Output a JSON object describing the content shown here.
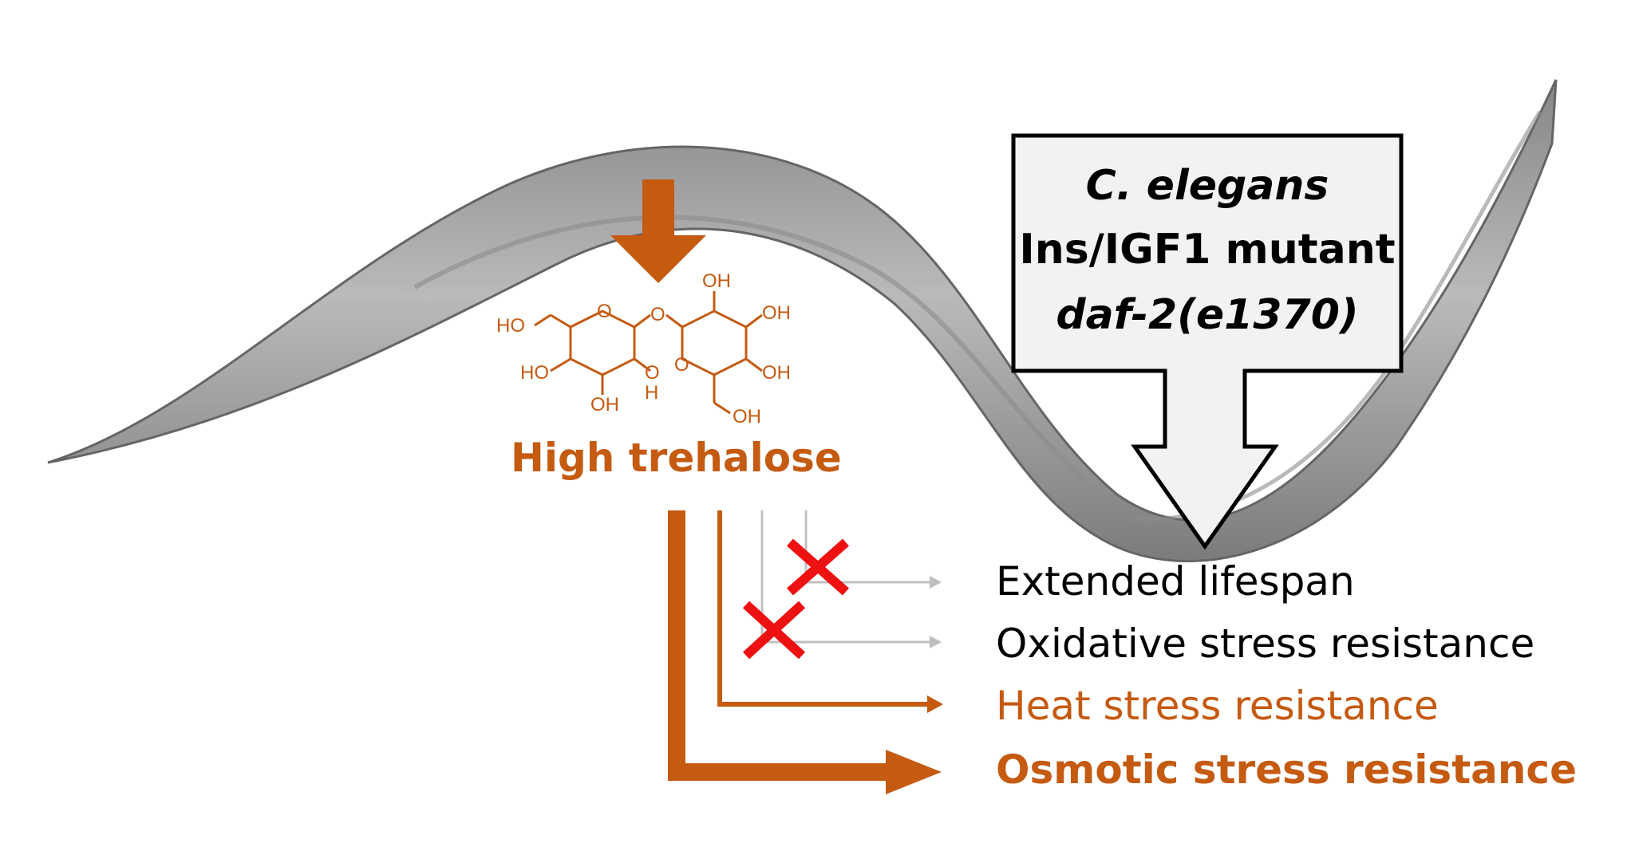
{
  "colors": {
    "accent": "#c55a11",
    "muted_arrow": "#bfbfbf",
    "cross": "#ee1111",
    "text": "#000000",
    "box_fill": "#f2f2f2"
  },
  "organism_box": {
    "species": "C. elegans",
    "line2": "Ins/IGF1 mutant",
    "genotype": "daf-2(e1370)"
  },
  "molecule": {
    "name": "High trehalose",
    "atoms": {
      "ho_left": "HO",
      "ho_lower_left": "HO",
      "oh_bottom_left": "OH",
      "h_bridge": "H",
      "o_bridge_low": "O",
      "o_ring1": "O",
      "o_link": "O",
      "o_ring2": "O",
      "oh_top": "OH",
      "oh_right_upper": "OH",
      "oh_right_lower": "OH",
      "oh_bottom_right": "OH"
    }
  },
  "outcomes": [
    {
      "label": "Extended lifespan",
      "blocked": true,
      "emphasis": "none"
    },
    {
      "label": "Oxidative stress resistance",
      "blocked": true,
      "emphasis": "none"
    },
    {
      "label": "Heat stress resistance",
      "blocked": false,
      "emphasis": "medium"
    },
    {
      "label": "Osmotic stress resistance",
      "blocked": false,
      "emphasis": "strong"
    }
  ],
  "icons": [
    "worm-image",
    "down-arrow-icon",
    "cross-icon"
  ]
}
